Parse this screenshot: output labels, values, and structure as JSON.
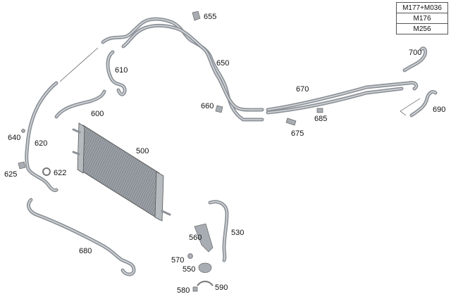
{
  "model_table": {
    "rows": [
      "M177+M036",
      "M176",
      "M256"
    ]
  },
  "parts": [
    {
      "id": "p655",
      "number": "655"
    },
    {
      "id": "p610",
      "number": "610"
    },
    {
      "id": "p650",
      "number": "650"
    },
    {
      "id": "p700",
      "number": "700"
    },
    {
      "id": "p670",
      "number": "670"
    },
    {
      "id": "p600",
      "number": "600"
    },
    {
      "id": "p660",
      "number": "660"
    },
    {
      "id": "p690",
      "number": "690"
    },
    {
      "id": "p685",
      "number": "685"
    },
    {
      "id": "p675",
      "number": "675"
    },
    {
      "id": "p640",
      "number": "640"
    },
    {
      "id": "p620",
      "number": "620"
    },
    {
      "id": "p500",
      "number": "500"
    },
    {
      "id": "p625",
      "number": "625"
    },
    {
      "id": "p622",
      "number": "622"
    },
    {
      "id": "p530",
      "number": "530"
    },
    {
      "id": "p560",
      "number": "560"
    },
    {
      "id": "p680",
      "number": "680"
    },
    {
      "id": "p570",
      "number": "570"
    },
    {
      "id": "p550",
      "number": "550"
    },
    {
      "id": "p580",
      "number": "580"
    },
    {
      "id": "p590",
      "number": "590"
    }
  ]
}
